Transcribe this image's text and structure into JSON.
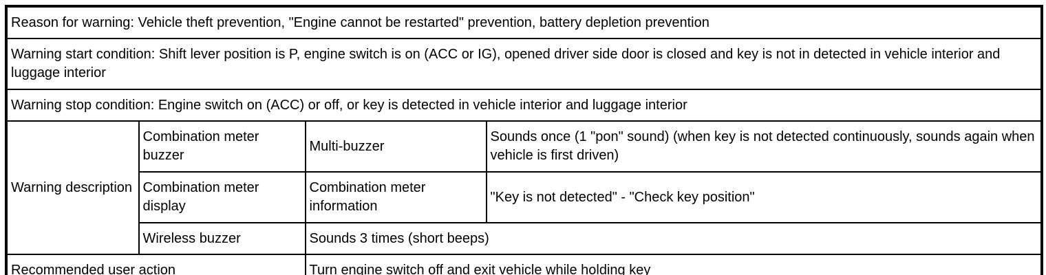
{
  "document": {
    "type": "warning-specification-table",
    "colors": {
      "text": "#000000",
      "background": "#ffffff",
      "border": "#000000"
    },
    "table": {
      "reason_row": {
        "text": "Reason for warning: Vehicle theft prevention, \"Engine cannot be restarted\" prevention, battery depletion prevention"
      },
      "start_condition_row": {
        "text": "Warning start condition: Shift lever position is P, engine switch is on (ACC or IG), opened driver side door is closed and key is not in detected in vehicle interior and luggage interior"
      },
      "stop_condition_row": {
        "text": "Warning stop condition: Engine switch on (ACC) or off, or key is detected in vehicle interior and luggage interior"
      },
      "warning_description": {
        "label": "Warning description",
        "rows": [
          {
            "device": "Combination meter buzzer",
            "channel": "Multi-buzzer",
            "behavior": "Sounds once (1 \"pon\" sound) (when key is not detected continuously, sounds again when vehicle is first driven)"
          },
          {
            "device": "Combination meter display",
            "channel": "Combination meter information",
            "behavior": "\"Key is not detected\" - \"Check key position\""
          },
          {
            "device": "Wireless buzzer",
            "behavior": "Sounds 3 times (short beeps)"
          }
        ]
      },
      "recommended_action": {
        "label": "Recommended user action",
        "value": "Turn engine switch off and exit vehicle while holding key"
      }
    }
  }
}
